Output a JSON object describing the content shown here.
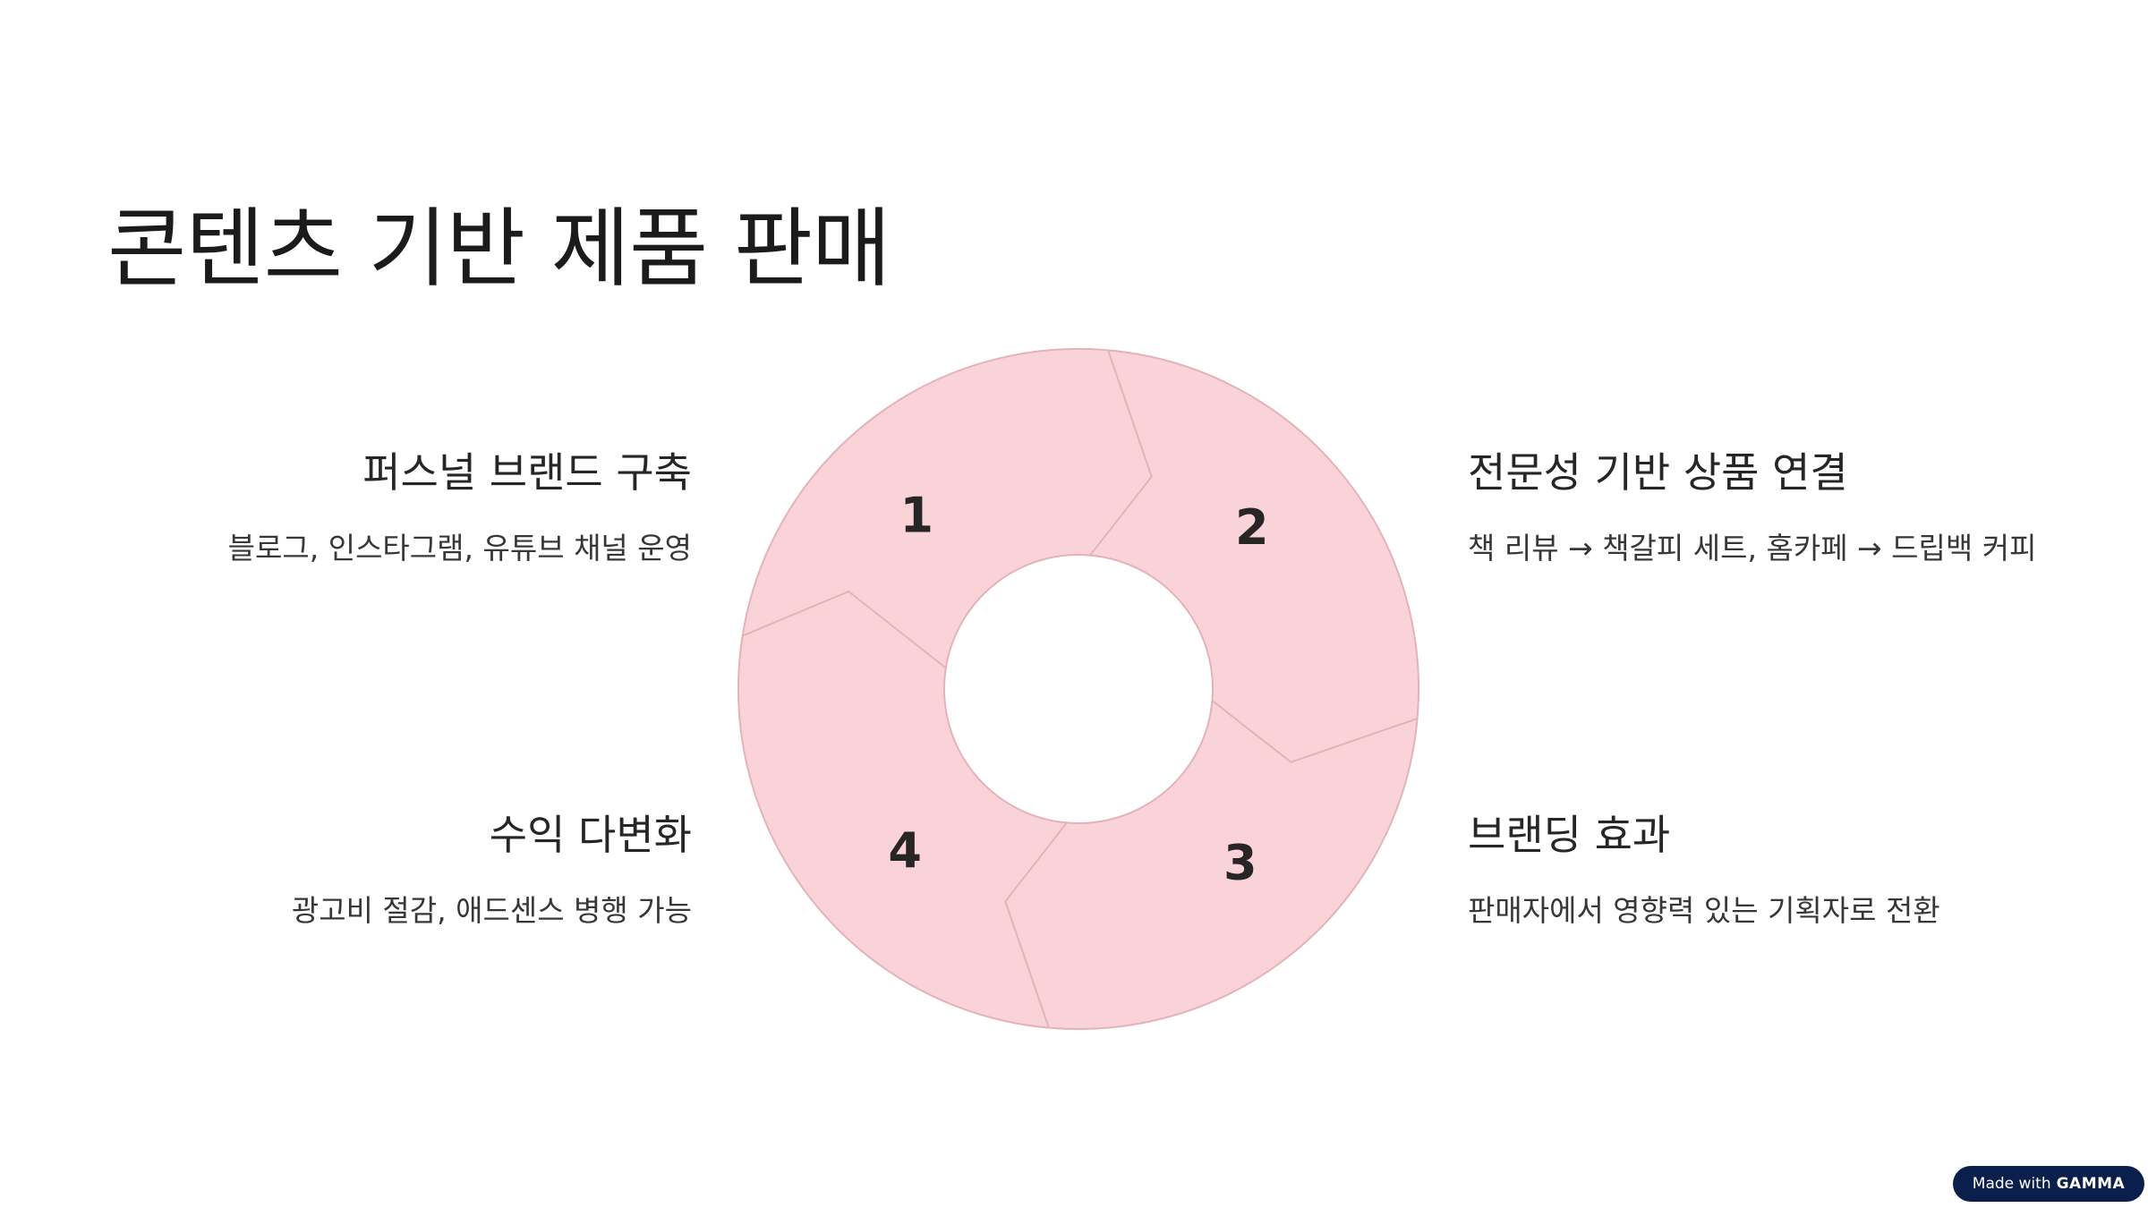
{
  "title": "콘텐츠 기반 제품 판매",
  "colors": {
    "segment_fill": "#f9d3d8",
    "segment_stroke": "#e3b3ba",
    "number_color": "#272525",
    "badge_bg": "#0b1f4d"
  },
  "steps": [
    {
      "number": "1",
      "heading": "퍼스널 브랜드 구축",
      "description": "블로그, 인스타그램, 유튜브 채널 운영"
    },
    {
      "number": "2",
      "heading": "전문성 기반 상품 연결",
      "description": "책 리뷰 → 책갈피 세트, 홈카페 → 드립백 커피"
    },
    {
      "number": "3",
      "heading": "브랜딩 효과",
      "description": "판매자에서 영향력 있는 기획자로 전환"
    },
    {
      "number": "4",
      "heading": "수익 다변화",
      "description": "광고비 절감, 애드센스 병행 가능"
    }
  ],
  "badge": {
    "prefix": "Made with",
    "brand": "GAMMA"
  }
}
